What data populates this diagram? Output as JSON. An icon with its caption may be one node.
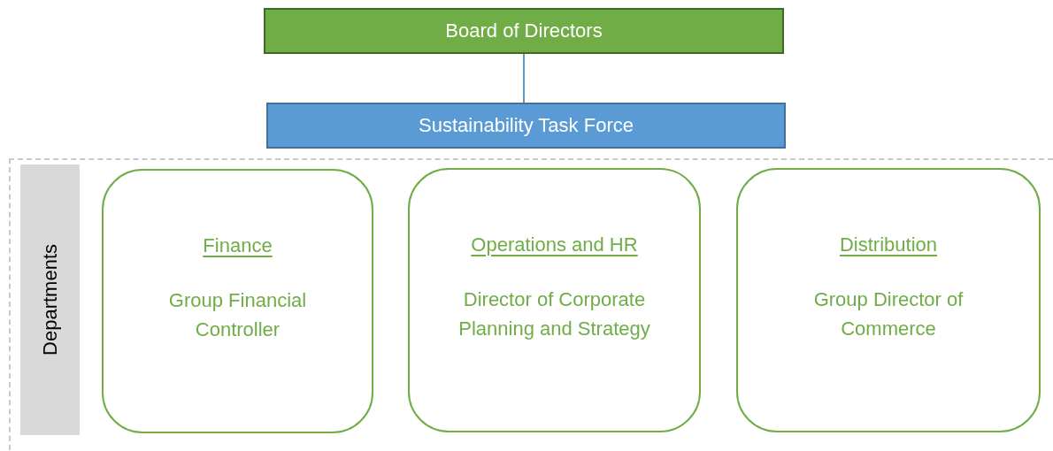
{
  "diagram": {
    "nodes": [
      {
        "text": [
          "Board of Directors"
        ]
      },
      {
        "text": [
          "Sustainability Task Force"
        ]
      },
      {
        "text": [
          "Departments"
        ]
      },
      {
        "text": [
          "Finance",
          "Group Financial Controller"
        ],
        "in": 2
      },
      {
        "text": [
          "Operations and HR",
          "Director of Corporate Planning and Strategy"
        ],
        "in": 2
      },
      {
        "text": [
          "Distribution",
          "Group Director of Commerce"
        ],
        "in": 2
      }
    ],
    "edges": [
      {
        "from": 0,
        "to": 1,
        "arrow": "none"
      }
    ]
  }
}
